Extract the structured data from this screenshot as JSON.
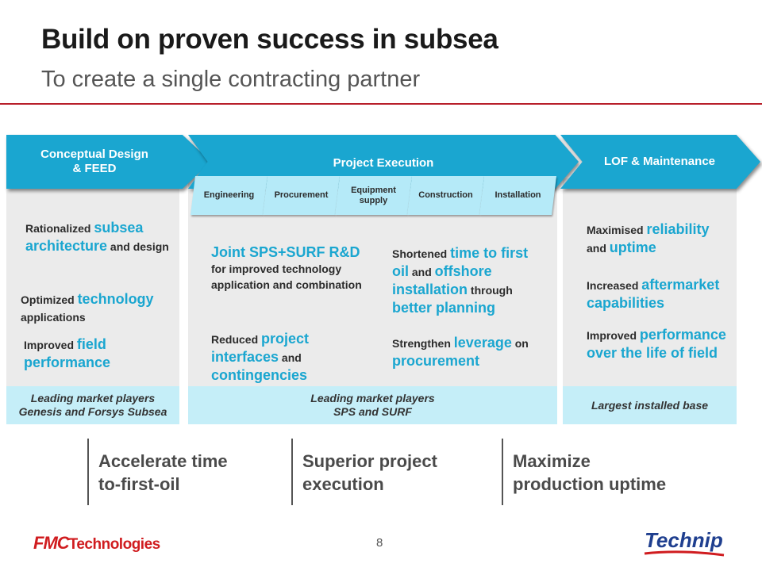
{
  "header": {
    "title": "Build on proven success in subsea",
    "subtitle": "To create a single contracting partner"
  },
  "banners": {
    "conceptual": "Conceptual Design\n& FEED",
    "execution": "Project Execution",
    "lof": "LOF & Maintenance"
  },
  "steps": [
    "Engineering",
    "Procurement",
    "Equipment\nsupply",
    "Construction",
    "Installation"
  ],
  "col1": {
    "items": [
      [
        {
          "t": "Rationalized "
        },
        {
          "t": "subsea architecture",
          "h": true
        },
        {
          "t": " and design"
        }
      ],
      [
        {
          "t": "Optimized "
        },
        {
          "t": "technology",
          "h": true
        },
        {
          "t": " applications"
        }
      ],
      [
        {
          "t": "Improved "
        },
        {
          "t": "field performance",
          "h": true
        }
      ]
    ],
    "footer": "Leading market players\nGenesis and Forsys Subsea"
  },
  "col2": {
    "items": [
      [
        {
          "t": "Joint SPS+SURF R&D",
          "h": true
        },
        {
          "t": " for improved technology application and combination"
        }
      ],
      [
        {
          "t": "Shortened "
        },
        {
          "t": "time to first oil",
          "h": true
        },
        {
          "t": " and "
        },
        {
          "t": "offshore installation",
          "h": true
        },
        {
          "t": " through "
        },
        {
          "t": "better planning",
          "h": true
        }
      ],
      [
        {
          "t": "Reduced "
        },
        {
          "t": "project interfaces",
          "h": true
        },
        {
          "t": " and "
        },
        {
          "t": "contingencies",
          "h": true
        }
      ],
      [
        {
          "t": "Strengthen "
        },
        {
          "t": "leverage",
          "h": true
        },
        {
          "t": " on "
        },
        {
          "t": "procurement",
          "h": true
        }
      ]
    ],
    "footer": "Leading market players\nSPS and SURF"
  },
  "col3": {
    "items": [
      [
        {
          "t": "Maximised "
        },
        {
          "t": "reliability",
          "h": true
        },
        {
          "t": " and "
        },
        {
          "t": "uptime",
          "h": true
        }
      ],
      [
        {
          "t": "Increased "
        },
        {
          "t": "aftermarket capabilities",
          "h": true
        }
      ],
      [
        {
          "t": "Improved "
        },
        {
          "t": "performance over the life of field",
          "h": true
        }
      ]
    ],
    "footer": "Largest installed base"
  },
  "outcomes": [
    "Accelerate time\nto-first-oil",
    "Superior project\nexecution",
    "Maximize\nproduction uptime"
  ],
  "footer": {
    "page_number": "8",
    "fmc_logo_mark": "FMC",
    "fmc_logo_text": "Technologies",
    "technip_logo_text": "Technip"
  },
  "colors": {
    "accent_blue": "#1aa6d0",
    "light_blue": "#c5eef8",
    "rule_red": "#b81f2a",
    "fmc_red": "#d01c1f",
    "technip_blue": "#1f3f8f"
  }
}
